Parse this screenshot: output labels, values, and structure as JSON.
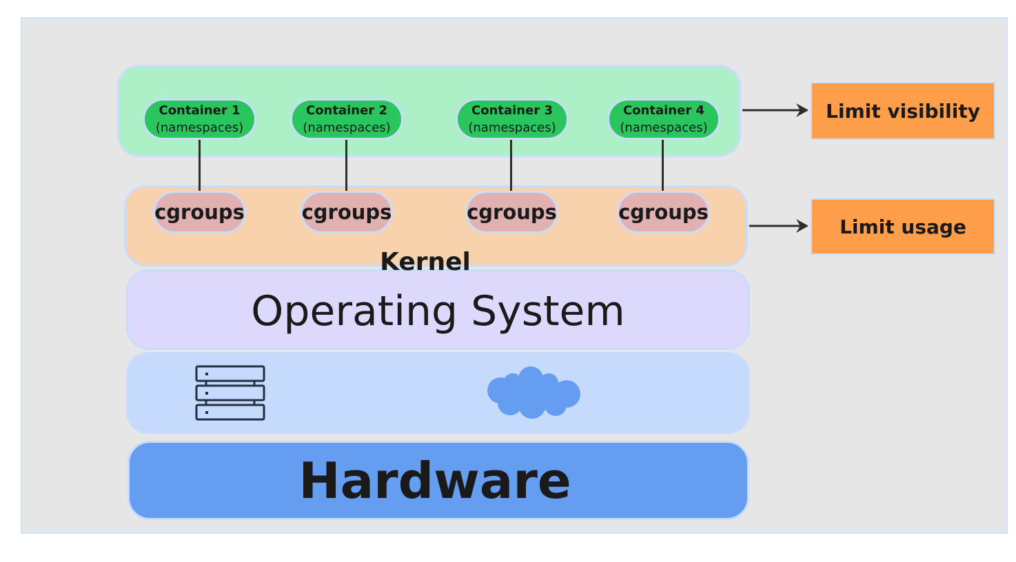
{
  "containers": [
    {
      "title": "Container 1",
      "subtitle": "(namespaces)"
    },
    {
      "title": "Container 2",
      "subtitle": "(namespaces)"
    },
    {
      "title": "Container 3",
      "subtitle": "(namespaces)"
    },
    {
      "title": "Container 4",
      "subtitle": "(namespaces)"
    }
  ],
  "cgroups": [
    "cgroups",
    "cgroups",
    "cgroups",
    "cgroups"
  ],
  "layers": {
    "kernel": "Kernel",
    "os": "Operating System",
    "hardware": "Hardware"
  },
  "labels": {
    "visibility": "Limit visibility",
    "usage": "Limit usage"
  },
  "icons": [
    "server-rack-icon",
    "cloud-icon"
  ],
  "colors": {
    "containers_panel": "#adf0c7",
    "container": "#2ac55d",
    "kernel_panel": "#f7d2ad",
    "cgroup": "#e0b1b0",
    "os_panel": "#ddd9fd",
    "infra_panel": "#c5dafc",
    "hardware": "#659ef0",
    "label_box": "#fe9e4a"
  }
}
